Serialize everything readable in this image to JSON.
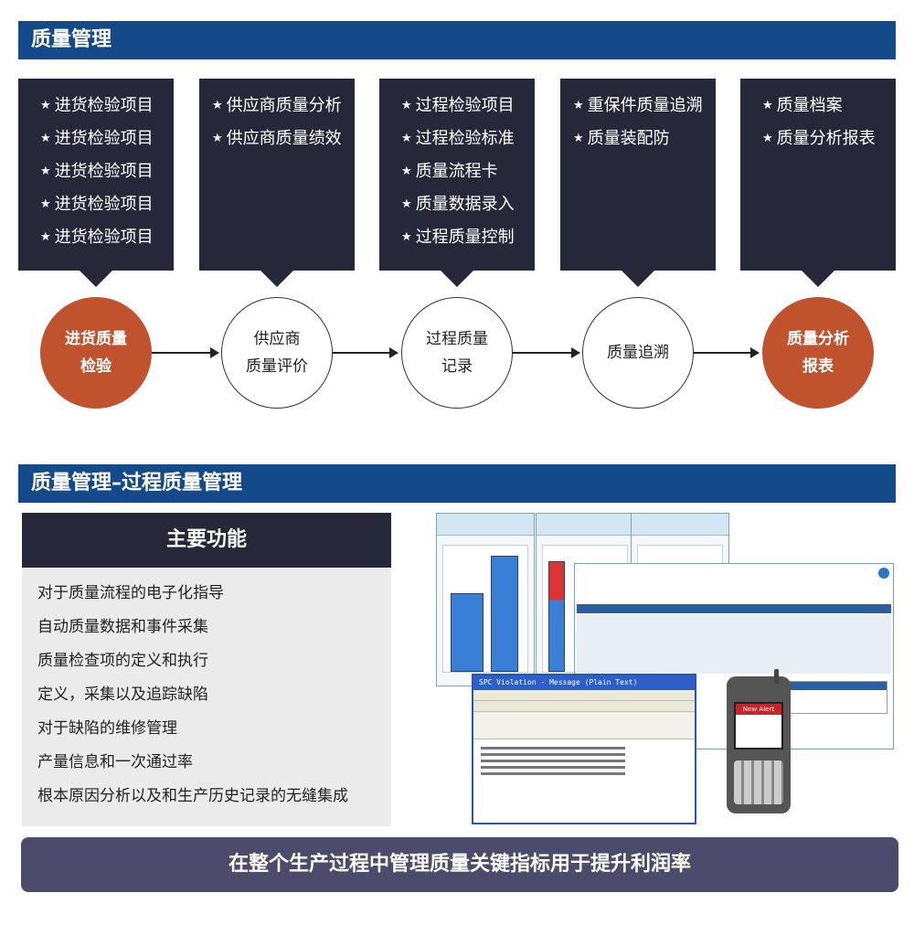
{
  "section1": {
    "title": "质量管理"
  },
  "boxes": [
    {
      "items": [
        "进货检验项目",
        "进货检验项目",
        "进货检验项目",
        "进货检验项目",
        "进货检验项目"
      ]
    },
    {
      "items": [
        "供应商质量分析",
        "供应商质量绩效"
      ]
    },
    {
      "items": [
        "过程检验项目",
        "过程检验标准",
        "质量流程卡",
        "质量数据录入",
        "过程质量控制"
      ]
    },
    {
      "items": [
        "重保件质量追溯",
        "质量装配防"
      ]
    },
    {
      "items": [
        "质量档案",
        "质量分析报表"
      ]
    }
  ],
  "steps": [
    {
      "line1": "进货质量",
      "line2": "检验"
    },
    {
      "line1": "供应商",
      "line2": "质量评价"
    },
    {
      "line1": "过程质量",
      "line2": "记录"
    },
    {
      "line1": "质量追溯",
      "line2": ""
    },
    {
      "line1": "质量分析",
      "line2": "报表"
    }
  ],
  "section2": {
    "title": "质量管理–过程质量管理"
  },
  "functions": {
    "heading": "主要功能",
    "items": [
      "对于质量流程的电子化指导",
      "自动质量数据和事件采集",
      "质量检查项的定义和执行",
      "定义，采集以及追踪缺陷",
      "对于缺陷的维修管理",
      "产量信息和一次通过率",
      "根本原因分析以及和生产历史记录的无缝集成"
    ]
  },
  "mail": {
    "title": "SPC Violation - Message (Plain Text)"
  },
  "phone": {
    "alert": "New Alert"
  },
  "footer": {
    "text": "在整个生产过程中管理质量关键指标用于提升利润率"
  },
  "colors": {
    "header_bar": "#154a8a",
    "dark_box": "#26283a",
    "accent_circle": "#c0522e",
    "footer_bar": "#4d4b6b"
  }
}
